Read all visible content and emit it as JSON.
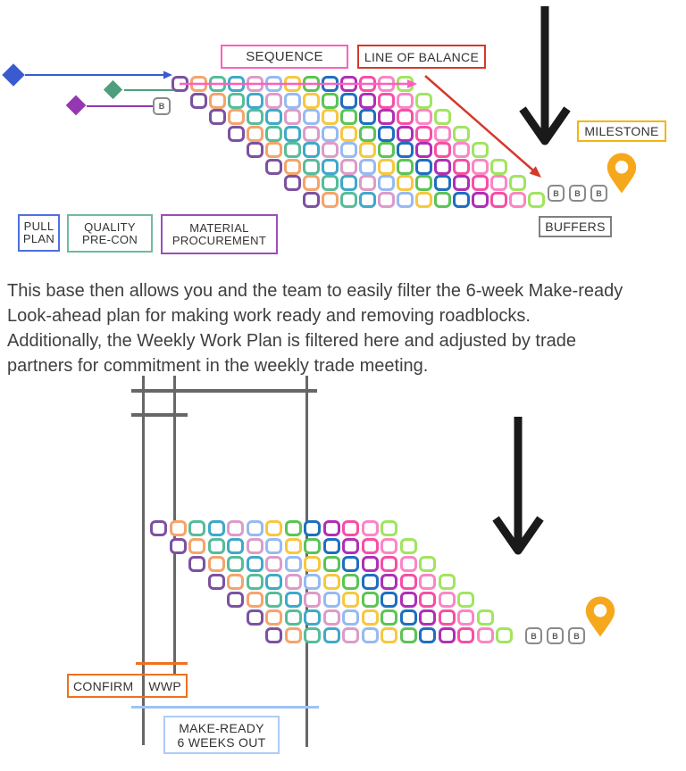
{
  "colors": {
    "blue": "#3a5bd0",
    "green": "#4f9e7c",
    "purple": "#9437b3",
    "pink": "#ff5fbf",
    "red": "#d5392a",
    "yellow": "#f2b50f",
    "pin": "#f6a81c",
    "pin_hole": "#fbfbf7",
    "gray": "#676767",
    "orange": "#f0701f",
    "light_blue": "#9dc3f7",
    "black": "#1a1a1a",
    "square_palette": [
      "#7b52a1",
      "#f5a46b",
      "#57bc9a",
      "#3fa9c9",
      "#dd9bc8",
      "#96baf2",
      "#f7c73f",
      "#5bc455",
      "#1e6fbf",
      "#af2fb5",
      "#f74fa5",
      "#fa86c6",
      "#a0e55f"
    ]
  },
  "top_diagram": {
    "sequence_label": "SEQUENCE",
    "line_of_balance_label": "LINE OF BALANCE",
    "milestone_label": "MILESTONE",
    "buffers_label": "BUFFERS",
    "buffer_letter": "B",
    "pull_plan": {
      "line1": "PULL",
      "line2": "PLAN"
    },
    "quality_precon": {
      "line1": "QUALITY",
      "line2": "PRE-CON"
    },
    "material_procurement": {
      "line1": "MATERIAL",
      "line2": "PROCUREMENT"
    },
    "cascade": {
      "rows": 8,
      "cols": 13
    }
  },
  "paragraph": {
    "line1": "This base then allows you and the team to easily filter the 6-week Make-ready",
    "line2": "Look-ahead plan for making work ready and removing roadblocks.",
    "line3": "Additionally, the Weekly Work Plan is filtered here and adjusted by trade",
    "line4": "partners for commitment in the weekly trade meeting."
  },
  "bottom_diagram": {
    "confirm_label": "CONFIRM",
    "wwp_label": "WWP",
    "make_ready": {
      "line1": "MAKE-READY",
      "line2": "6 WEEKS OUT"
    },
    "buffer_letter": "B",
    "cascade": {
      "rows": 7,
      "cols": 13
    }
  }
}
